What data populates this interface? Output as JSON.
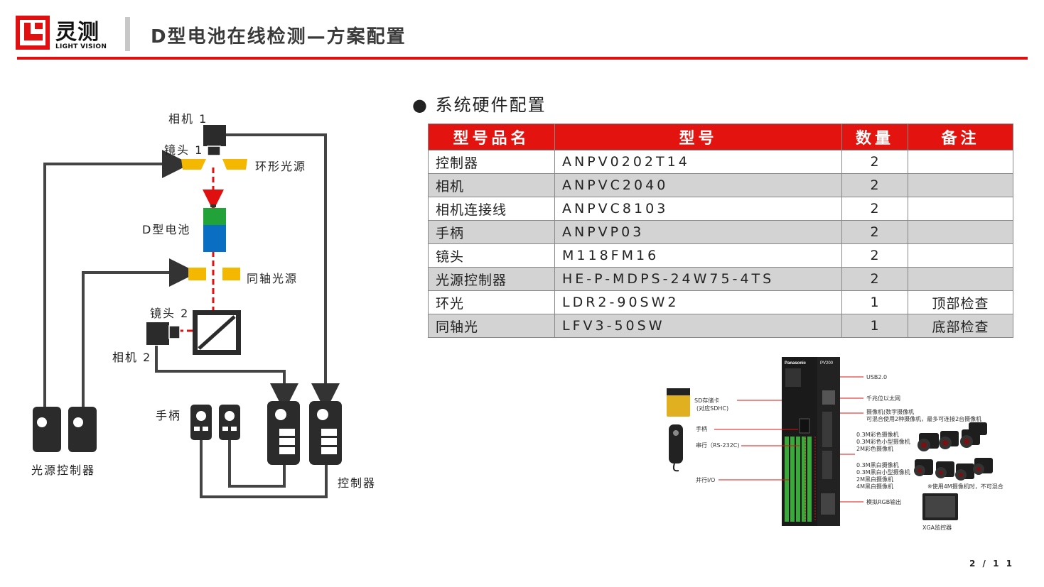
{
  "header": {
    "logo_text": "灵测",
    "logo_subtext": "LIGHT VISION",
    "title": "D型电池在线检测—方案配置"
  },
  "diagram": {
    "labels": {
      "camera1": "相机 1",
      "lens1": "镜头 1",
      "ring_light": "环形光源",
      "battery": "D型电池",
      "coaxial_light": "同轴光源",
      "lens2": "镜头 2",
      "camera2": "相机 2",
      "handle": "手柄",
      "light_controller": "光源控制器",
      "controller": "控制器"
    },
    "colors": {
      "light": "#f5b800",
      "battery_top": "#22a33a",
      "battery_body": "#0a6fc2",
      "optical_path": "#e01010",
      "device": "#2b2b2b"
    }
  },
  "hardware": {
    "heading": "系统硬件配置",
    "columns": [
      "型号品名",
      "型号",
      "数量",
      "备注"
    ],
    "rows": [
      {
        "name": "控制器",
        "model": "ANPV0202T14",
        "qty": "2",
        "note": ""
      },
      {
        "name": "相机",
        "model": "ANPVC2040",
        "qty": "2",
        "note": ""
      },
      {
        "name": "相机连接线",
        "model": "ANPVC8103",
        "qty": "2",
        "note": ""
      },
      {
        "name": "手柄",
        "model": "ANPVP03",
        "qty": "2",
        "note": ""
      },
      {
        "name": "镜头",
        "model": "M118FM16",
        "qty": "2",
        "note": ""
      },
      {
        "name": "光源控制器",
        "model": "HE-P-MDPS-24W75-4TS",
        "qty": "2",
        "note": ""
      },
      {
        "name": "环光",
        "model": "LDR2-90SW2",
        "qty": "1",
        "note": "顶部检查"
      },
      {
        "name": "同轴光",
        "model": "LFV3-50SW",
        "qty": "1",
        "note": "底部检查"
      }
    ],
    "header_color": "#e3140f"
  },
  "product": {
    "brand": "Panasonic",
    "model": "PV200",
    "callouts": {
      "usb": "USB2.0",
      "ethernet": "千兆位以太网",
      "camera_note_1": "摄像机(数字摄像机",
      "camera_note_2": "可混合使用2种摄像机，最多可连接2台摄像机",
      "color_cams": [
        "0.3M彩色摄像机",
        "0.3M彩色小型摄像机",
        "2M彩色摄像机"
      ],
      "mono_cams": [
        "0.3M黑白摄像机",
        "0.3M黑白小型摄像机",
        "2M黑白摄像机",
        "4M黑白摄像机"
      ],
      "mono_note": "※使用4M摄像机时，不可混合",
      "sd": "SD存储卡",
      "sd_sub": "(对应SDHC)",
      "handle": "手柄",
      "serial": "串行（RS-232C)",
      "parallel": "并行I/O",
      "rgb_out": "模拟RGB输出",
      "monitor": "XGA监控器"
    }
  },
  "footer": {
    "page": "2 / 1 1"
  }
}
